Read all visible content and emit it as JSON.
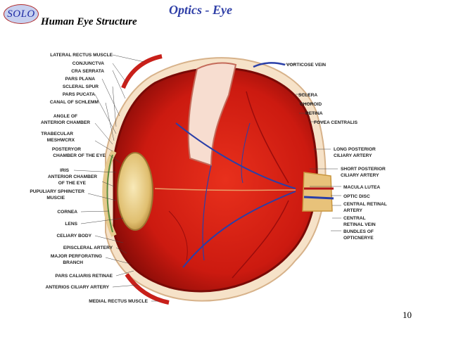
{
  "badge": "SOLO",
  "subtitle": "Human Eye Structure",
  "title": "Optics - Eye",
  "page_number": "10",
  "colors": {
    "title": "#2f3fa7",
    "badge_bg": "#c7d0ef",
    "badge_border": "#b12a2a"
  },
  "labels_left": [
    "LATERAL RECTUS MUSCLE",
    "CONJUNCTVA",
    "CRA SERRATA",
    "PARS PLANA",
    "SCLERAL SPUR",
    "PARS PUCATA",
    "CANAL OF SCHLEMM",
    "ANGLE OF",
    "ANTERIOR CHAMBER",
    "TRABECULAR",
    "MESHWCRX",
    "POSTERYOR",
    "CHAMBER OF THE EYE",
    "IRIS",
    "ANTERIOR CHAMBER",
    "OF THE EYE",
    "PUPULIARY SPHINCTER",
    "MUSCIE",
    "CORNEA",
    "LENS",
    "CELIARY BODY",
    "EPISCLERAL ARTERY",
    "MAJOR PERFORATING",
    "BRANCH",
    "PARS CALIARIS RETINAE",
    "ANTERIOS CILIARY ARTERY",
    "MEDIAL RECTUS MUSCLE"
  ],
  "labels_right": [
    "VORTICOSE VEIN",
    "SCLERA",
    "CHOROID",
    "RETINA",
    "FOVEA CENTRALIS",
    "LONG POSTERIOR",
    "CILIARY ARTERY",
    "SHORT POSTERIOR",
    "CILIARY ARTERY",
    "MACULA LUTEA",
    "OPTIC DISC",
    "CENTRAL RETINAL",
    "ARTERY",
    "CENTRAL",
    "RETINAL VEIN",
    "BUNDLES OF",
    "OPTICNERYE"
  ]
}
